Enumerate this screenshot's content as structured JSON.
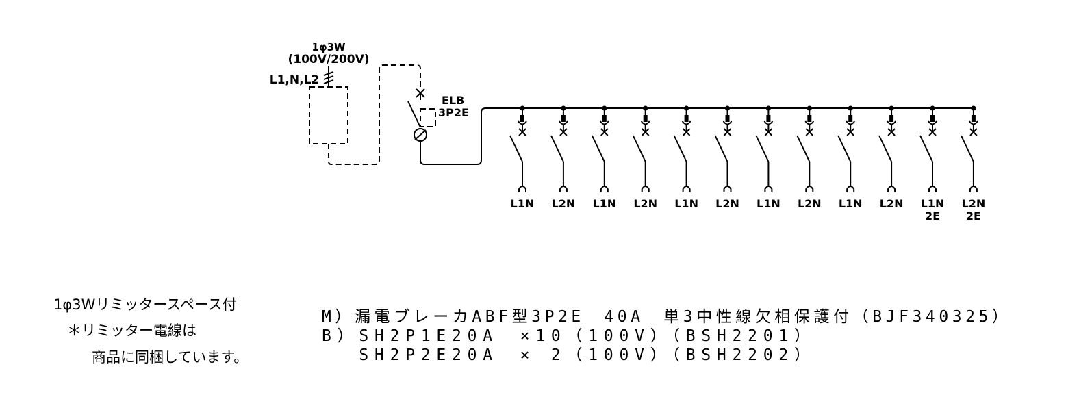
{
  "supply": {
    "line1": "1φ3W",
    "line2": "(100V/200V)",
    "phases": "L1,N,L2"
  },
  "main_breaker": {
    "line1": "ELB",
    "line2": "3P2E"
  },
  "branches": [
    {
      "l1": "L1N",
      "l2": ""
    },
    {
      "l1": "L2N",
      "l2": ""
    },
    {
      "l1": "L1N",
      "l2": ""
    },
    {
      "l1": "L2N",
      "l2": ""
    },
    {
      "l1": "L1N",
      "l2": ""
    },
    {
      "l1": "L2N",
      "l2": ""
    },
    {
      "l1": "L1N",
      "l2": ""
    },
    {
      "l1": "L2N",
      "l2": ""
    },
    {
      "l1": "L1N",
      "l2": ""
    },
    {
      "l1": "L2N",
      "l2": ""
    },
    {
      "l1": "L1N",
      "l2": "2E"
    },
    {
      "l1": "L2N",
      "l2": "2E"
    }
  ],
  "notes_left": [
    "1φ3Wリミッタースペース付",
    "＊リミッター電線は",
    "商品に同梱しています。"
  ],
  "notes_right": [
    "M）漏電ブレーカABF型3P2E　40A　単3中性線欠相保護付（BJF340325）",
    "B）SH2P1E20A　×10（100V）（BSH2201）",
    "　 SH2P2E20A　× 2（100V）（BSH2202）"
  ]
}
